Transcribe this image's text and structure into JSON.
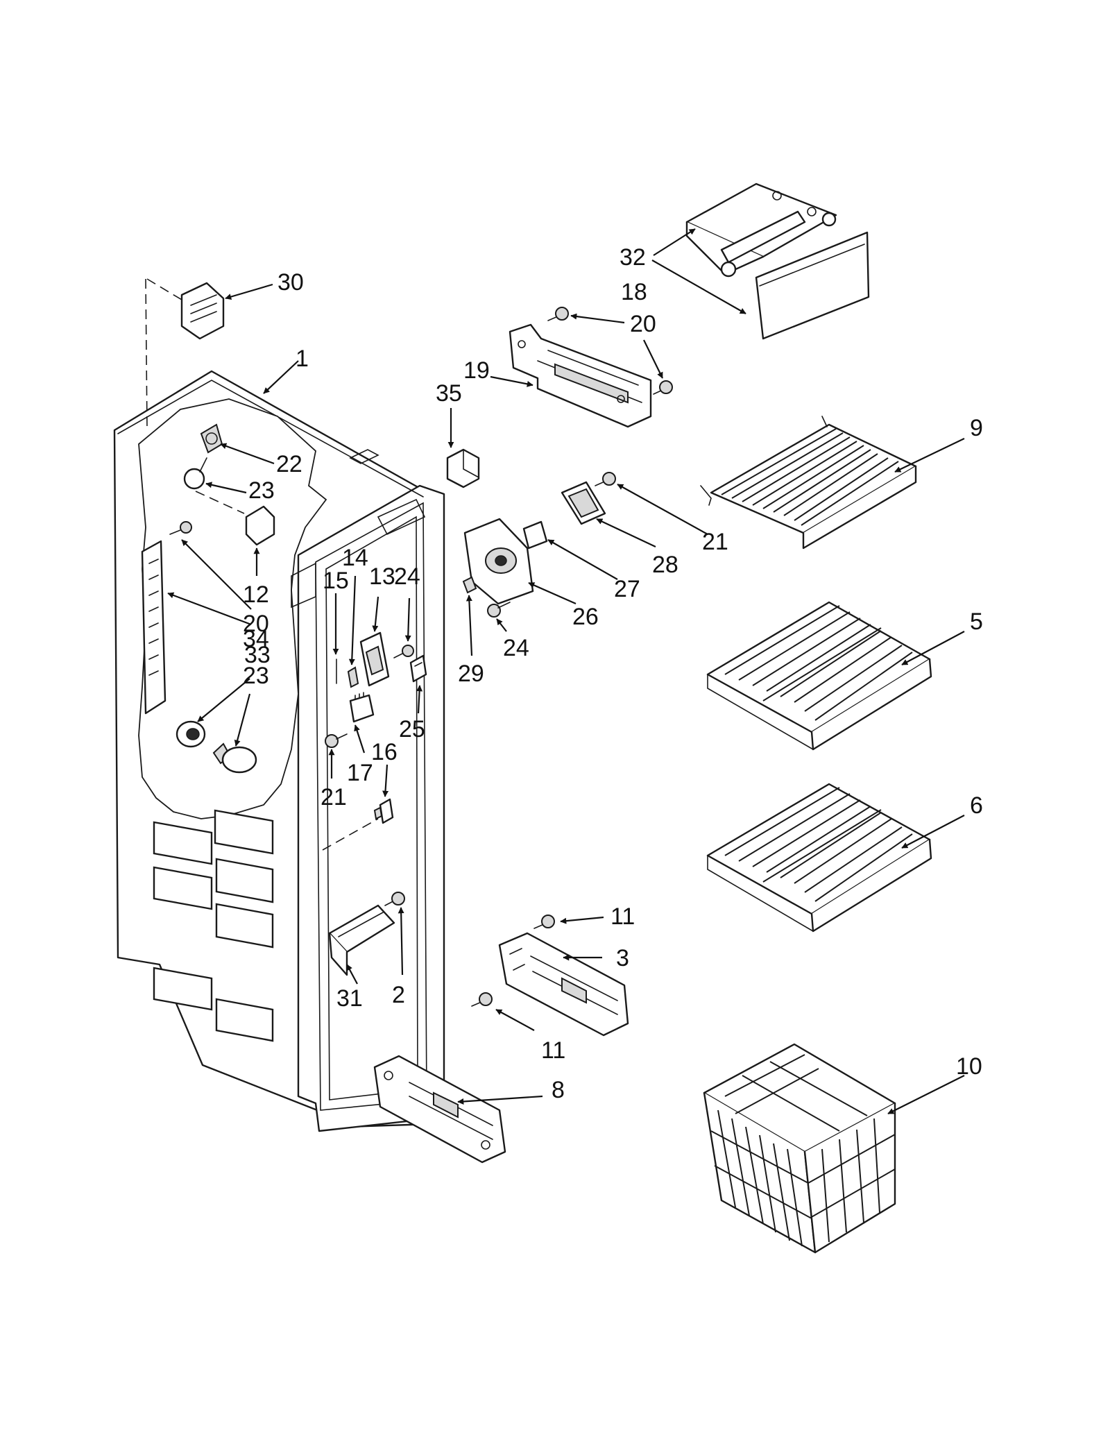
{
  "callouts": [
    {
      "id": "1",
      "text": "1"
    },
    {
      "id": "2",
      "text": "2"
    },
    {
      "id": "3",
      "text": "3"
    },
    {
      "id": "5",
      "text": "5"
    },
    {
      "id": "6",
      "text": "6"
    },
    {
      "id": "8",
      "text": "8"
    },
    {
      "id": "9",
      "text": "9"
    },
    {
      "id": "10",
      "text": "10"
    },
    {
      "id": "11a",
      "text": "11"
    },
    {
      "id": "11b",
      "text": "11"
    },
    {
      "id": "12",
      "text": "12"
    },
    {
      "id": "13",
      "text": "13"
    },
    {
      "id": "14",
      "text": "14"
    },
    {
      "id": "15",
      "text": "15"
    },
    {
      "id": "16",
      "text": "16"
    },
    {
      "id": "17",
      "text": "17"
    },
    {
      "id": "18",
      "text": "18"
    },
    {
      "id": "19",
      "text": "19"
    },
    {
      "id": "20a",
      "text": "20"
    },
    {
      "id": "20b",
      "text": "20"
    },
    {
      "id": "21a",
      "text": "21"
    },
    {
      "id": "21b",
      "text": "21"
    },
    {
      "id": "22",
      "text": "22"
    },
    {
      "id": "23a",
      "text": "23"
    },
    {
      "id": "23b",
      "text": "23"
    },
    {
      "id": "24a",
      "text": "24"
    },
    {
      "id": "24b",
      "text": "24"
    },
    {
      "id": "25",
      "text": "25"
    },
    {
      "id": "26",
      "text": "26"
    },
    {
      "id": "27",
      "text": "27"
    },
    {
      "id": "28",
      "text": "28"
    },
    {
      "id": "29",
      "text": "29"
    },
    {
      "id": "30",
      "text": "30"
    },
    {
      "id": "31",
      "text": "31"
    },
    {
      "id": "32",
      "text": "32"
    },
    {
      "id": "33",
      "text": "33"
    },
    {
      "id": "34",
      "text": "34"
    },
    {
      "id": "35",
      "text": "35"
    }
  ]
}
